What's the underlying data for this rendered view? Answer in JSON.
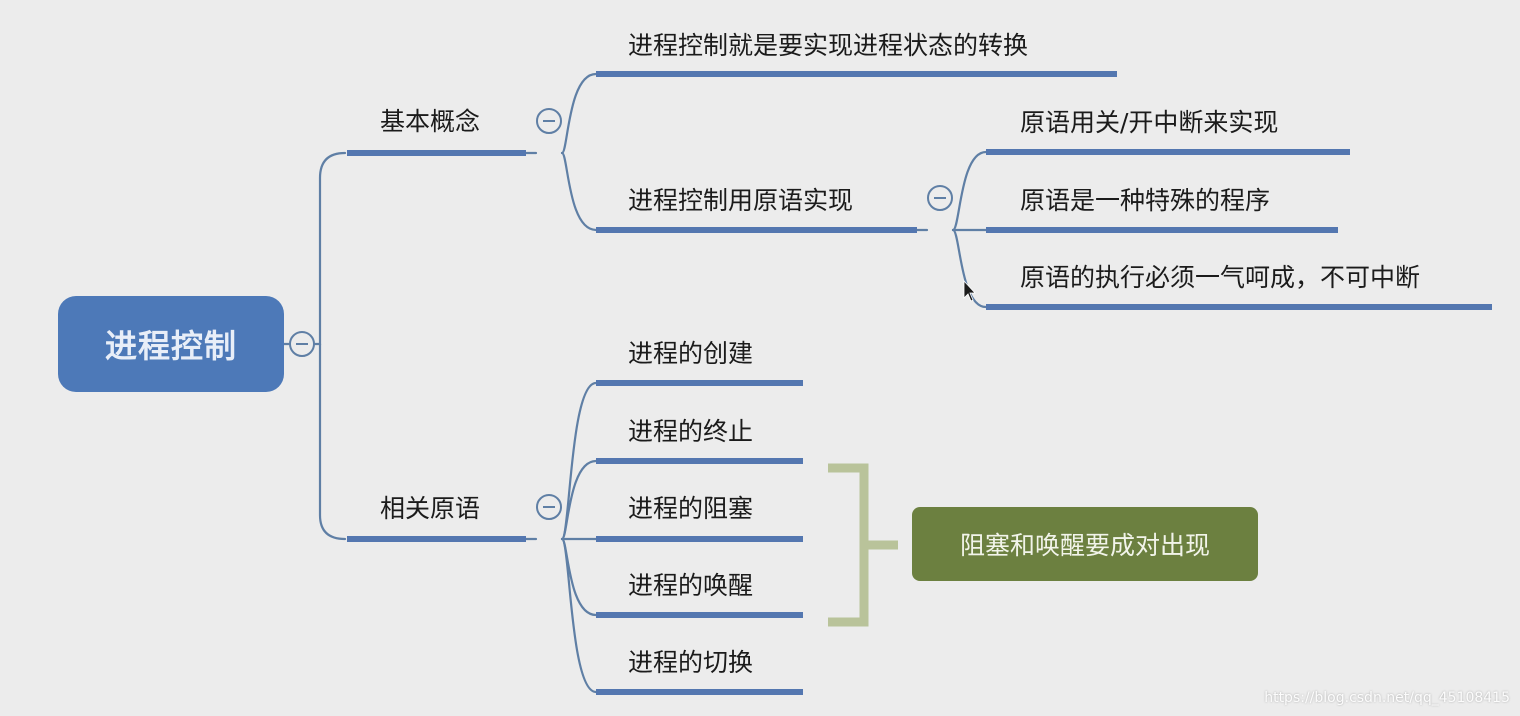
{
  "colors": {
    "branch_line": "#5f7fa5",
    "underline": "#5477b0",
    "root_fill": "#4d79b8",
    "note_fill": "#6c8040",
    "bracket": "#b9c39a",
    "background": "#ececec"
  },
  "root": {
    "label": "进程控制"
  },
  "branches": [
    {
      "label": "基本概念",
      "children": [
        {
          "label": "进程控制就是要实现进程状态的转换"
        },
        {
          "label": "进程控制用原语实现",
          "children": [
            {
              "label": "原语用关/开中断来实现"
            },
            {
              "label": "原语是一种特殊的程序"
            },
            {
              "label": "原语的执行必须一气呵成，不可中断"
            }
          ]
        }
      ]
    },
    {
      "label": "相关原语",
      "children": [
        {
          "label": "进程的创建"
        },
        {
          "label": "进程的终止"
        },
        {
          "label": "进程的阻塞"
        },
        {
          "label": "进程的唤醒"
        },
        {
          "label": "进程的切换"
        }
      ]
    }
  ],
  "note": {
    "label": "阻塞和唤醒要成对出现"
  },
  "watermark": "https://blog.csdn.net/qq_45108415"
}
